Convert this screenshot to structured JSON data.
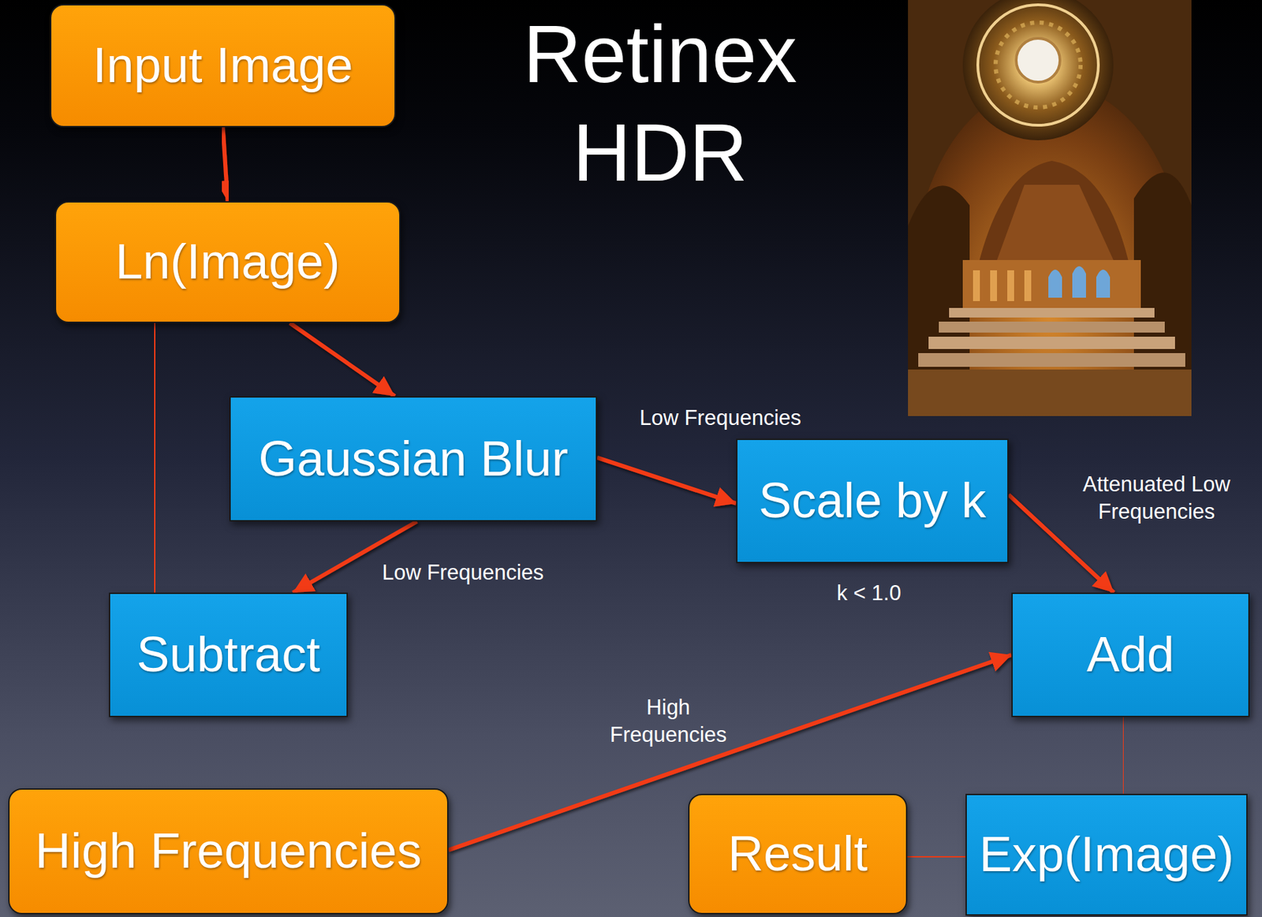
{
  "diagram": {
    "title": "Retinex HDR",
    "nodes": [
      {
        "text": [
          "Input Image"
        ]
      },
      {
        "text": [
          "Ln(Image)"
        ]
      },
      {
        "text": [
          "Gaussian Blur"
        ]
      },
      {
        "text": [
          "Scale by k"
        ]
      },
      {
        "text": [
          "Subtract"
        ]
      },
      {
        "text": [
          "Add"
        ]
      },
      {
        "text": [
          "High Frequencies"
        ]
      },
      {
        "text": [
          "Result"
        ]
      },
      {
        "text": [
          "Exp(Image)"
        ]
      }
    ],
    "edges": [
      {
        "from": 0,
        "to": 1,
        "arrow": "to"
      },
      {
        "from": 1,
        "to": 4,
        "arrow": "to"
      },
      {
        "from": 1,
        "to": 2,
        "arrow": "to"
      },
      {
        "from": 2,
        "to": 3,
        "label": "Low Frequencies",
        "arrow": "to"
      },
      {
        "from": 2,
        "to": 4,
        "label": "Low Frequencies",
        "arrow": "to"
      },
      {
        "from": 4,
        "to": 6,
        "arrow": "to"
      },
      {
        "from": 3,
        "to": 5,
        "label": "Attenuated Low Frequencies",
        "arrow": "to"
      },
      {
        "from": 6,
        "to": 5,
        "label": "High Frequencies",
        "arrow": "to"
      },
      {
        "from": 5,
        "to": 8,
        "arrow": "to"
      },
      {
        "from": 8,
        "to": 7,
        "arrow": "to"
      }
    ],
    "labels": [
      "k < 1.0"
    ]
  }
}
